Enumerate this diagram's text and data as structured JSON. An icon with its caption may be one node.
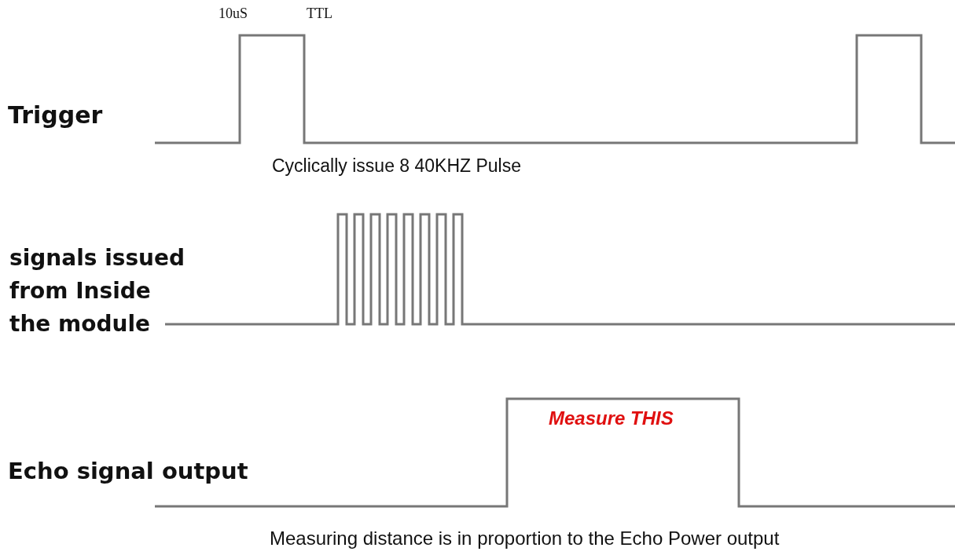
{
  "diagram": {
    "labels": [
      "10uS",
      "TTL",
      "Trigger",
      "Cyclically issue 8 40KHZ Pulse",
      "signals issued from Inside the module",
      "Measure THIS",
      "Echo signal output",
      "Measuring distance is in proportion to the Echo Power output"
    ]
  }
}
